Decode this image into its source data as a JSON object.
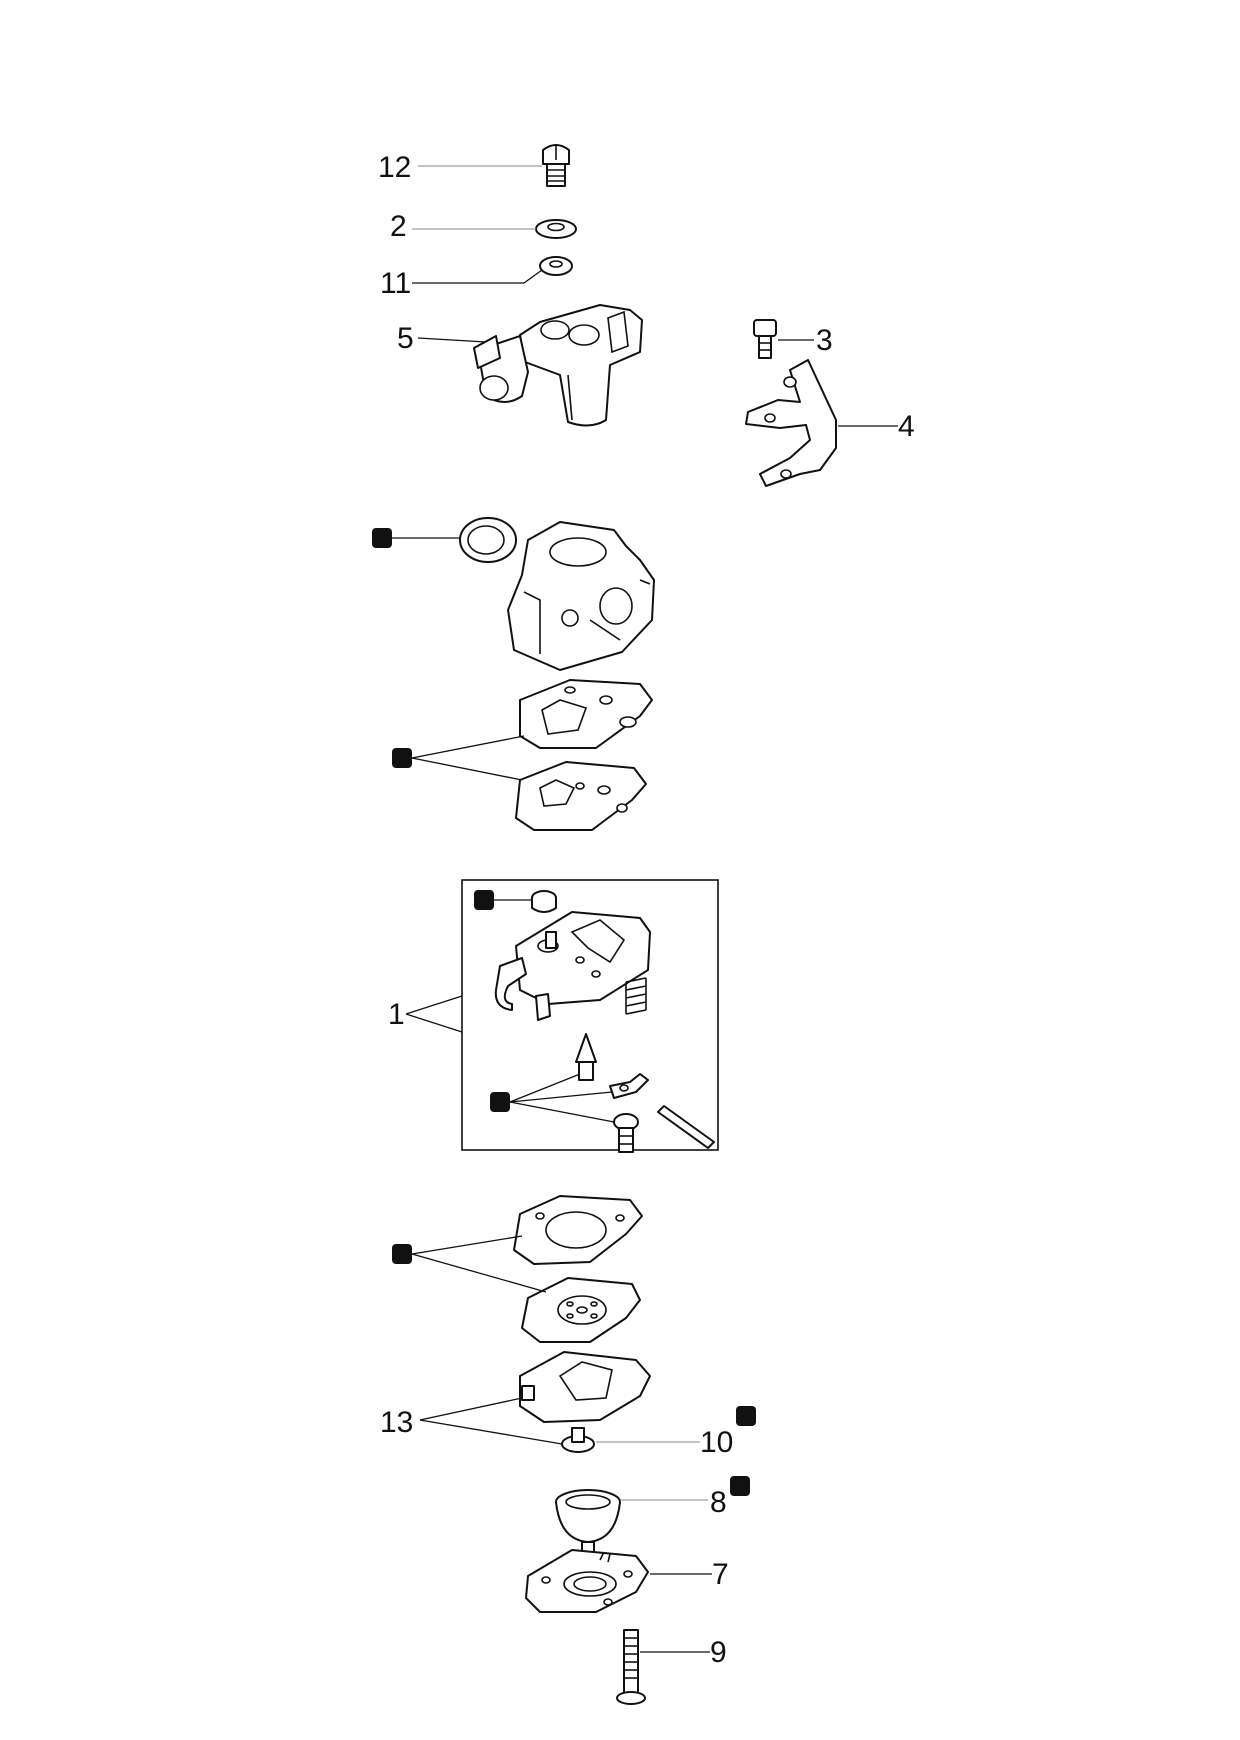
{
  "diagram": {
    "callouts": [
      {
        "id": "c12",
        "text": "12"
      },
      {
        "id": "c2",
        "text": "2"
      },
      {
        "id": "c11",
        "text": "11"
      },
      {
        "id": "c5",
        "text": "5"
      },
      {
        "id": "c3",
        "text": "3"
      },
      {
        "id": "c4",
        "text": "4"
      },
      {
        "id": "c1",
        "text": "1"
      },
      {
        "id": "c13",
        "text": "13"
      },
      {
        "id": "c10",
        "text": "10"
      },
      {
        "id": "c8",
        "text": "8"
      },
      {
        "id": "c7",
        "text": "7"
      },
      {
        "id": "c9",
        "text": "9"
      }
    ]
  }
}
